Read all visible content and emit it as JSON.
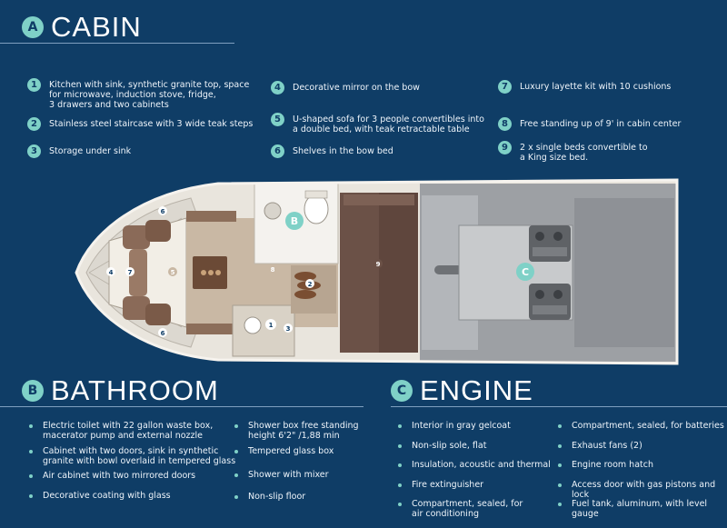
{
  "cabin": {
    "badge": "A",
    "title": "CABIN",
    "items": [
      {
        "num": "1",
        "text": "Kitchen with sink, synthetic granite top, space\nfor microwave, induction stove, fridge,\n3 drawers and two cabinets"
      },
      {
        "num": "2",
        "text": "Stainless steel staircase with 3 wide teak steps"
      },
      {
        "num": "3",
        "text": "Storage under sink"
      },
      {
        "num": "4",
        "text": "Decorative mirror on the bow"
      },
      {
        "num": "5",
        "text": "U-shaped sofa for 3 people convertibles into\na double bed, with teak retractable table"
      },
      {
        "num": "6",
        "text": "Shelves in the bow bed"
      },
      {
        "num": "7",
        "text": "Luxury layette kit with 10 cushions"
      },
      {
        "num": "8",
        "text": "Free standing up of 9' in cabin center"
      },
      {
        "num": "9",
        "text": "2 x single beds convertible to\na King size bed."
      }
    ]
  },
  "bathroom": {
    "badge": "B",
    "title": "BATHROOM",
    "items": [
      "Electric toilet with 22 gallon waste box,\nmacerator pump and external nozzle",
      "Cabinet with two doors, sink in synthetic\ngranite with bowl overlaid in tempered glass",
      "Air cabinet with two mirrored doors",
      "Decorative coating with glass",
      "Shower box free standing\nheight 6'2\" /1,88 min",
      "Tempered glass box",
      "Shower with mixer",
      "Non-slip floor"
    ]
  },
  "engine": {
    "badge": "C",
    "title": "ENGINE",
    "items": [
      "Interior in gray gelcoat",
      "Non-slip sole, flat",
      "Insulation, acoustic and thermal",
      "Fire extinguisher",
      "Compartment, sealed, for\nair conditioning",
      "Compartment, sealed, for batteries",
      "Exhaust fans (2)",
      "Engine room hatch",
      "Access door with gas pistons and lock",
      "Fuel tank, aluminum, with level gauge"
    ]
  },
  "plan_markers": {
    "m1": "1",
    "m2": "2",
    "m3": "3",
    "m4": "4",
    "m5": "5",
    "m6a": "6",
    "m6b": "6",
    "m7": "7",
    "m8": "8",
    "m9": "9",
    "mB": "B",
    "mC": "C"
  },
  "colors": {
    "background": "#0f3d66",
    "accent": "#7fd1c7",
    "hull": "#e9e5dd",
    "wood": "#6b4a36",
    "floor": "#c9b8a4",
    "engine_deck": "#9da0a4"
  }
}
